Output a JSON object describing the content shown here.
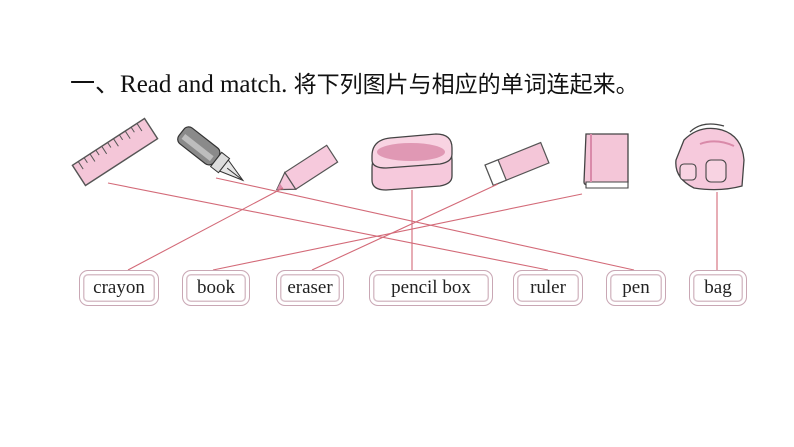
{
  "heading": {
    "number": "一、",
    "instruction_en": "Read and match.",
    "instruction_cn": "将下列图片与相应的单词连起来。"
  },
  "pictures": [
    {
      "id": "ruler",
      "icon": "ruler-icon"
    },
    {
      "id": "pen",
      "icon": "fountain-pen-icon"
    },
    {
      "id": "crayon",
      "icon": "crayon-icon"
    },
    {
      "id": "pencil_box",
      "icon": "pencil-box-icon"
    },
    {
      "id": "eraser",
      "icon": "eraser-icon"
    },
    {
      "id": "book",
      "icon": "book-icon"
    },
    {
      "id": "bag",
      "icon": "school-bag-icon"
    }
  ],
  "words": [
    "crayon",
    "book",
    "eraser",
    "pencil box",
    "ruler",
    "pen",
    "bag"
  ],
  "colors": {
    "pink": "#f4c6d8",
    "pink_dark": "#d98aa9",
    "line": "#d36a78",
    "box_border": "#c9a7b4"
  }
}
